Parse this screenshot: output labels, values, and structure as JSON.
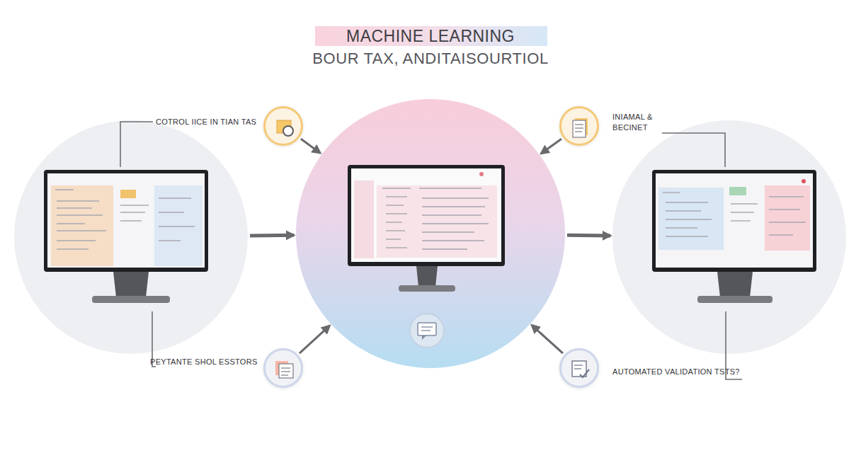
{
  "diagram": {
    "title": "MACHINE LEARNING",
    "nodes": [
      {
        "text": [
          "COTROL IICE IN TIAN TAS"
        ]
      },
      {
        "text": [
          "INIAMAL & BECINET"
        ]
      },
      {
        "text": []
      },
      {
        "text": []
      },
      {
        "text": []
      },
      {
        "text": [
          "PEYTANTE SHOL ESSTORS"
        ]
      },
      {
        "text": [
          "AUTOMATED VALIDATION TSTS?"
        ]
      }
    ],
    "edges": [
      {
        "from": 2,
        "to": 3,
        "arrow": "to"
      },
      {
        "from": 3,
        "to": 4,
        "arrow": "to"
      },
      {
        "from": 0,
        "to": 3,
        "arrow": "to"
      },
      {
        "from": 1,
        "to": 3,
        "arrow": "to"
      },
      {
        "from": 5,
        "to": 3,
        "arrow": "to"
      },
      {
        "from": 6,
        "to": 3,
        "arrow": "to"
      }
    ],
    "labels": [
      "BOUR TAX, ANDITAISOURTIOL"
    ]
  }
}
